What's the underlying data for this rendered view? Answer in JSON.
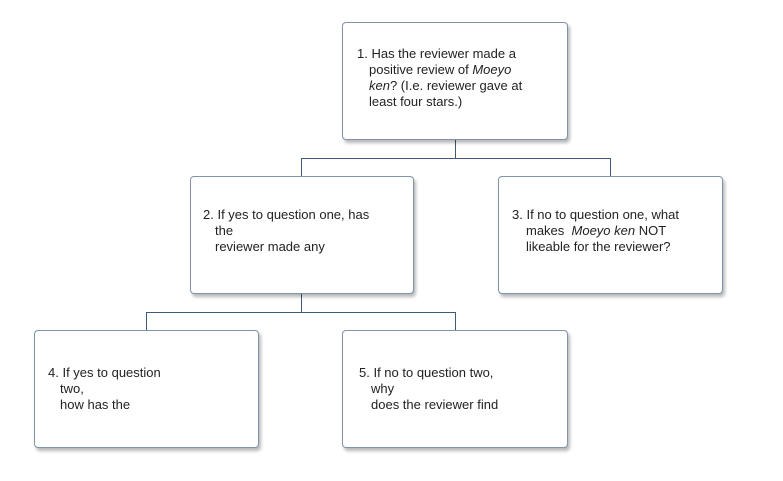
{
  "nodes": {
    "q1": {
      "line1": "1. Has the reviewer made  a",
      "line2_pre": "positive review of ",
      "line2_em": "Moeyo",
      "line3_em": "ken",
      "line3_post": "? (I.e. reviewer gave at",
      "line4": "least four stars.)"
    },
    "q2": {
      "line1": "2. If yes to question one, has",
      "line2": "the",
      "line3": "reviewer made any"
    },
    "q3": {
      "line1": "3. If no to question one, what",
      "line2_pre": "makes  ",
      "line2_em": "Moeyo ken",
      "line2_post": " NOT",
      "line3": "likeable  for the reviewer?"
    },
    "q4": {
      "line1": "4. If yes to question",
      "line2": "two,",
      "line3": "how has the"
    },
    "q5": {
      "line1": "5. If no to question two,",
      "line2": "why",
      "line3": "does the reviewer find"
    }
  },
  "colors": {
    "connector": "#3d5a7c",
    "node_border": "#7f93ab",
    "node_fill": "#ffffff",
    "text": "#222222"
  }
}
